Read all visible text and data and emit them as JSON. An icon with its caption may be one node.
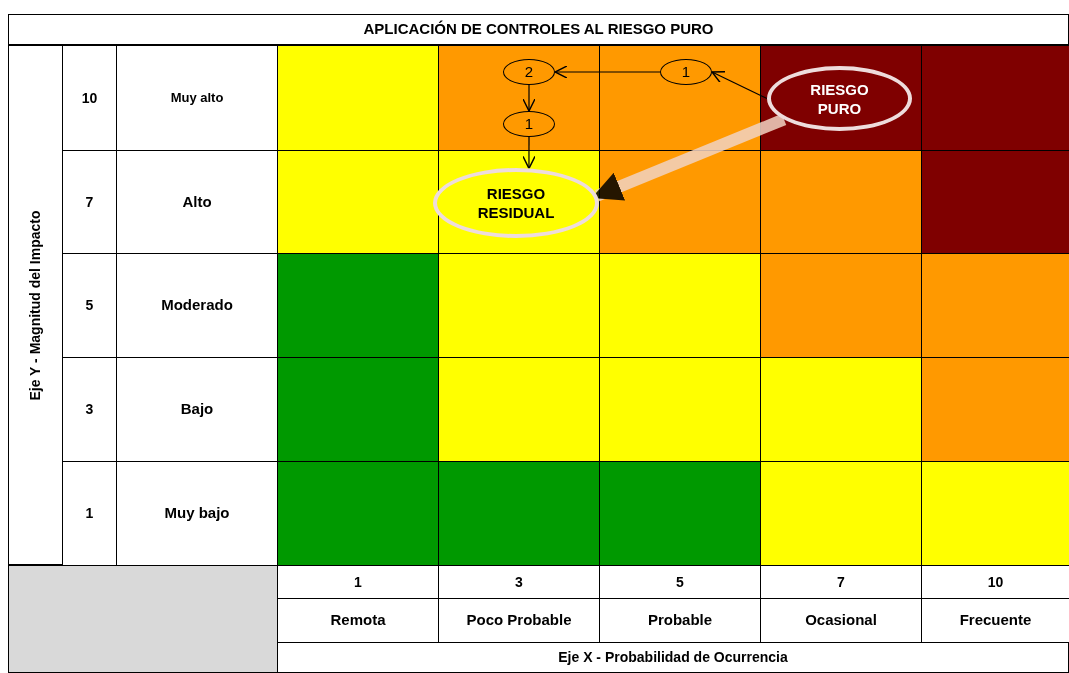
{
  "diagram": {
    "title": "APLICACIÓN DE CONTROLES AL RIESGO PURO",
    "nodes": [
      {
        "text": [
          "RIESGO PURO"
        ]
      },
      {
        "text": [
          "1"
        ]
      },
      {
        "text": [
          "2"
        ]
      },
      {
        "text": [
          "1"
        ]
      },
      {
        "text": [
          "RIESGO RESIDUAL"
        ]
      }
    ],
    "edges": [
      {
        "from": 0,
        "to": 1,
        "arrow": "to"
      },
      {
        "from": 1,
        "to": 2,
        "arrow": "to"
      },
      {
        "from": 2,
        "to": 3,
        "arrow": "to"
      },
      {
        "from": 3,
        "to": 4,
        "arrow": "to"
      },
      {
        "from": 0,
        "to": 4,
        "arrow": "to",
        "style": "thick",
        "color": "#f2d3c2"
      }
    ],
    "labels": [
      "Eje Y - Magnitud del Impacto",
      "10",
      "Muy alto",
      "7",
      "Alto",
      "5",
      "Moderado",
      "3",
      "Bajo",
      "1",
      "Muy bajo",
      "1",
      "3",
      "5",
      "7",
      "10",
      "Remota",
      "Poco Probable",
      "Probable",
      "Ocasional",
      "Frecuente",
      "Eje X - Probabilidad de Ocurrencia"
    ]
  }
}
